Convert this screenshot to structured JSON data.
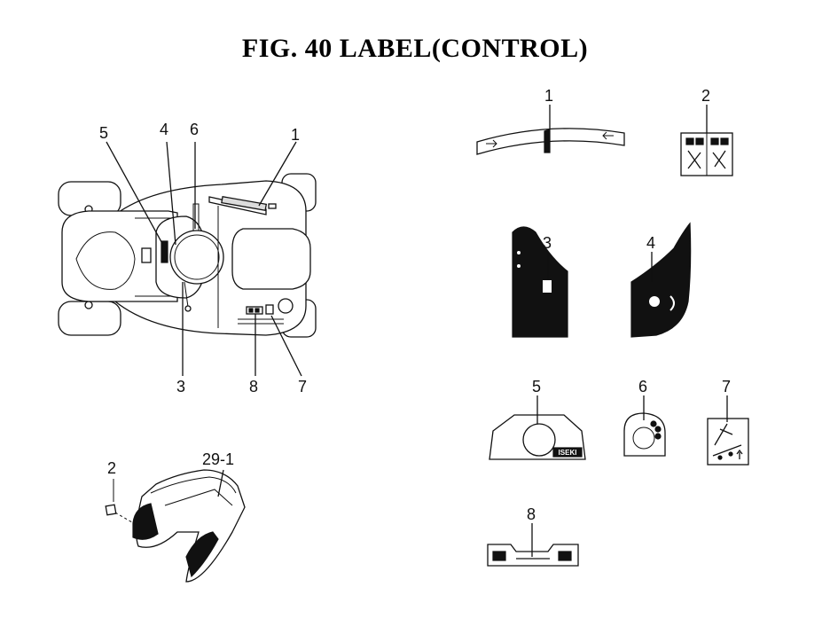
{
  "figure": {
    "title": "FIG. 40  LABEL(CONTROL)"
  },
  "tractor_callouts": {
    "c1": "1",
    "c3": "3",
    "c4": "4",
    "c5": "5",
    "c6": "6",
    "c7": "7",
    "c8": "8"
  },
  "hood_callouts": {
    "c2": "2",
    "c29_1": "29-1"
  },
  "label_callouts": {
    "l1": "1",
    "l2": "2",
    "l3": "3",
    "l4": "4",
    "l5": "5",
    "l6": "6",
    "l7": "7",
    "l8": "8"
  },
  "label_texts": {
    "brand": "ISEKI"
  }
}
